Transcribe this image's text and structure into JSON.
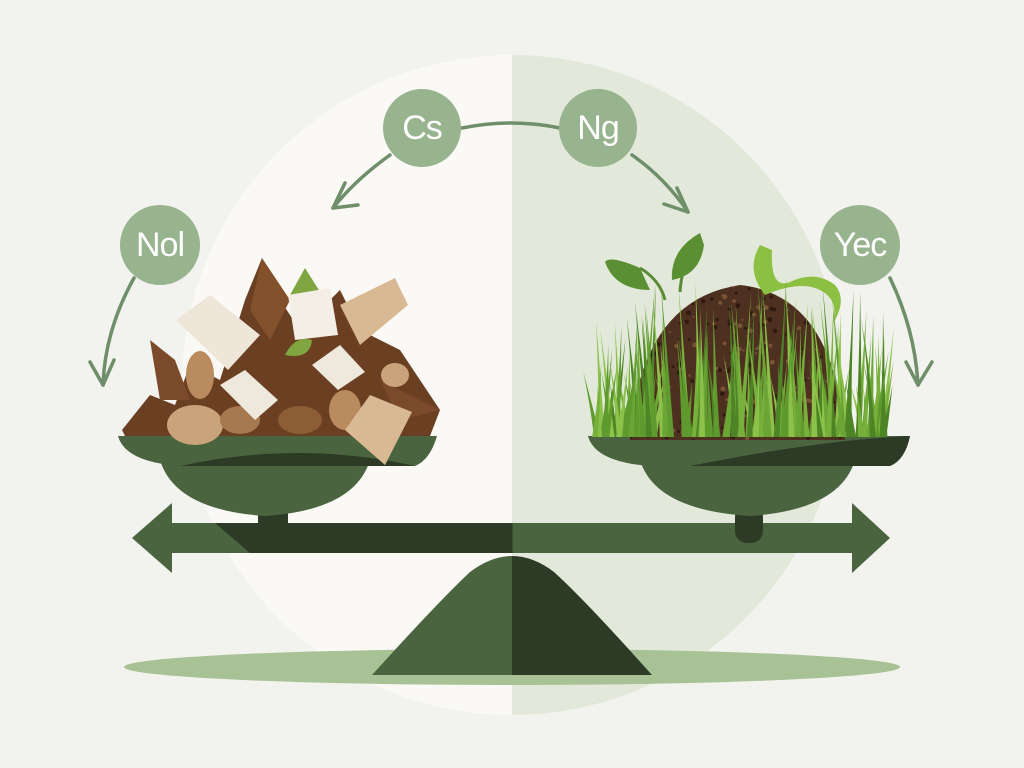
{
  "labels": {
    "top_left": "Cs",
    "top_right": "Ng",
    "side_left": "Nol",
    "side_right": "Yec"
  },
  "colors": {
    "background": "#f2f2ee",
    "left_half": "#faf9f5",
    "right_half": "#e2e9da",
    "badge": "#98b48e",
    "arrow": "#6e8f6a",
    "scale_light": "#4b6440",
    "scale_dark": "#2c3a26",
    "ground": "#a9c295"
  }
}
